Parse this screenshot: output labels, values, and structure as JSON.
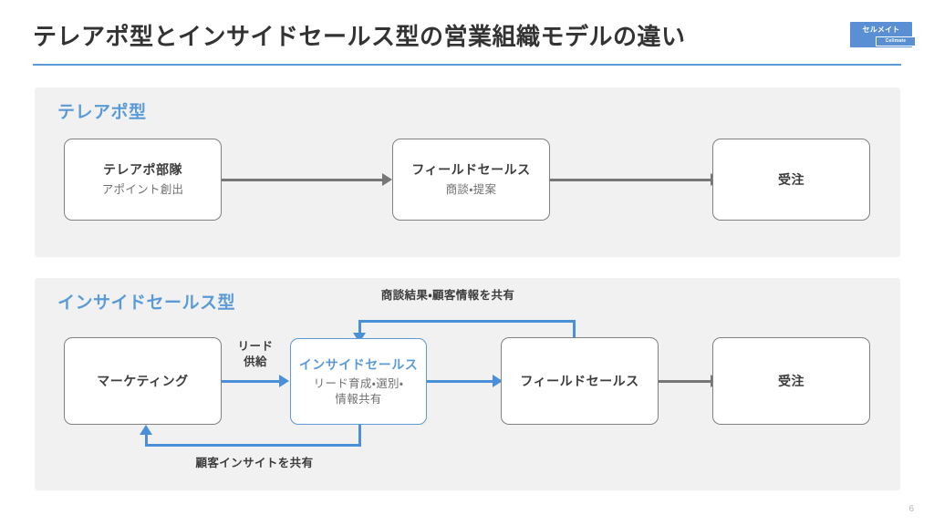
{
  "slide": {
    "title": "テレアポ型とインサイドセールス型の営業組織モデルの違い",
    "page_number": "6",
    "accent_color": "#5b9bd5",
    "arrow_gray": "#777777",
    "panel_bg": "#f1f1f1"
  },
  "logo": {
    "main_text": "セルメイト",
    "sub_text": "Cellmate"
  },
  "sections": [
    {
      "id": "telemarketing",
      "heading": "テレアポ型",
      "nodes": [
        {
          "title": "テレアポ部隊",
          "sub": "アポイント創出",
          "accent": false
        },
        {
          "title": "フィールドセールス",
          "sub": "商談・提案",
          "accent": false
        },
        {
          "title": "受注",
          "sub": "",
          "accent": false
        }
      ],
      "edges": []
    },
    {
      "id": "insidesales",
      "heading": "インサイドセールス型",
      "nodes": [
        {
          "title": "マーケティング",
          "sub": "",
          "accent": false
        },
        {
          "title": "インサイドセールス",
          "sub": "リード育成・選別・\n情報共有",
          "sub_line1": "リード育成・選別・",
          "sub_line2": "情報共有",
          "accent": true
        },
        {
          "title": "フィールドセールス",
          "sub": "",
          "accent": false
        },
        {
          "title": "受注",
          "sub": "",
          "accent": false
        }
      ],
      "edges": [
        {
          "id": "lead-supply",
          "line1": "リード",
          "line2": "供給"
        },
        {
          "id": "top-feedback",
          "label": "商談結果・顧客情報を共有"
        },
        {
          "id": "bottom-feedback",
          "label": "顧客インサイトを共有"
        }
      ]
    }
  ]
}
